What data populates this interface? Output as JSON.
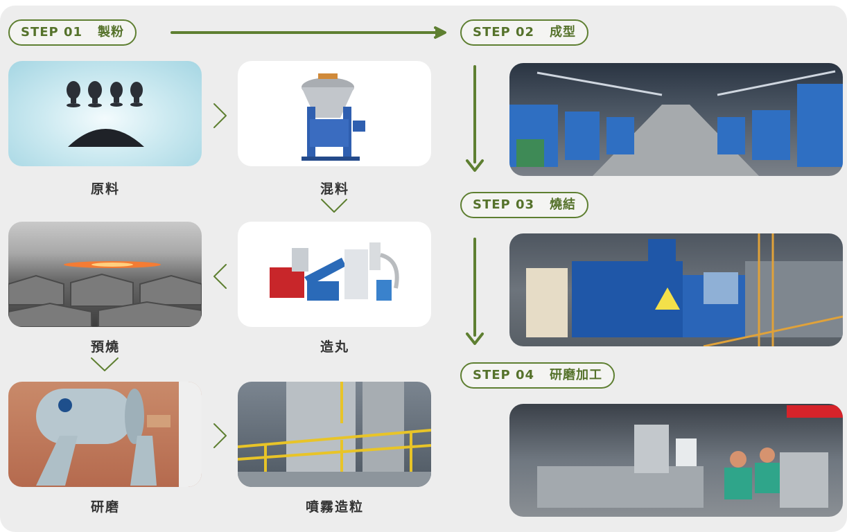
{
  "steps": [
    {
      "num": "STEP 01",
      "title": "製粉"
    },
    {
      "num": "STEP 02",
      "title": "成型"
    },
    {
      "num": "STEP 03",
      "title": "燒結"
    },
    {
      "num": "STEP 04",
      "title": "研磨加工"
    }
  ],
  "process": [
    "原料",
    "混料",
    "預燒",
    "造丸",
    "研磨",
    "噴霧造粒"
  ],
  "colors": {
    "accent": "#5e7f31",
    "background": "#ededed"
  }
}
